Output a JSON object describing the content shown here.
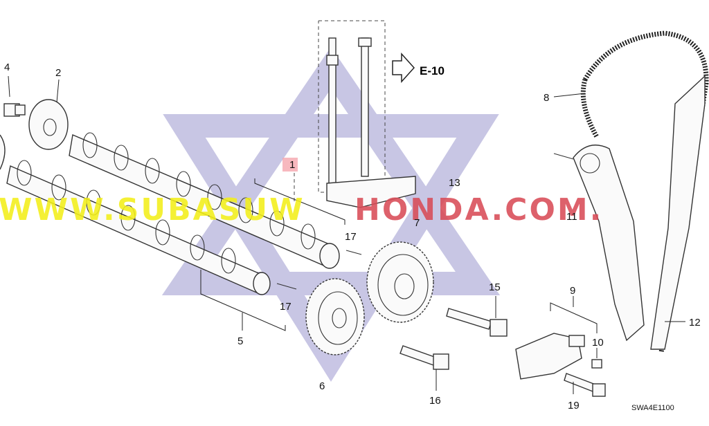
{
  "diagram": {
    "callouts": [
      "1",
      "2",
      "4",
      "5",
      "6",
      "7",
      "8",
      "9",
      "10",
      "11",
      "12",
      "13",
      "15",
      "16",
      "17",
      "17",
      "19"
    ],
    "reference": {
      "label": "E-10",
      "arrow_icon": "hollow-arrow-right-icon"
    },
    "diagram_code": "SWA4E1100",
    "watermark": {
      "text_left": "WWW.SUBASUW",
      "text_right": "HONDA.COM.",
      "color_left": "#f3ef1a",
      "color_mid": "#7b73b8",
      "color_right": "#d94c57",
      "emblem": "star-of-david-emblem",
      "emblem_color": "#9c98cf"
    }
  }
}
